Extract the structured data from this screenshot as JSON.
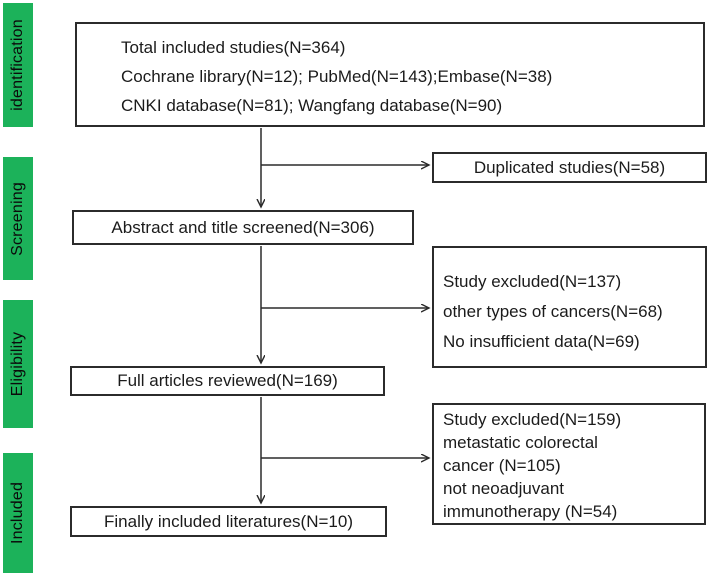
{
  "theme": {
    "phase_label_color": "#1cb25a",
    "line_color": "#2b2b2b",
    "text_color": "#1b1b1b"
  },
  "sidebar": {
    "labels": [
      {
        "id": "identification",
        "text": "identification"
      },
      {
        "id": "screening",
        "text": "Screening"
      },
      {
        "id": "eligibility",
        "text": "Eligibility"
      },
      {
        "id": "included",
        "text": "Included"
      }
    ]
  },
  "flowchart": {
    "boxes": {
      "total_included": {
        "lines": [
          "Total included studies(N=364)",
          "Cochrane library(N=12); PubMed(N=143);Embase(N=38)",
          "CNKI database(N=81); Wangfang database(N=90)"
        ]
      },
      "duplicated": {
        "text": "Duplicated studies(N=58)"
      },
      "screened": {
        "text": "Abstract and title screened(N=306)"
      },
      "excluded_137": {
        "lines": [
          "Study excluded(N=137)",
          "other types of cancers(N=68)",
          "No insufficient data(N=69)"
        ]
      },
      "full_articles": {
        "text": "Full articles reviewed(N=169)"
      },
      "excluded_159": {
        "lines": [
          "Study excluded(N=159)",
          "metastatic colorectal",
          "cancer (N=105)",
          "not neoadjuvant",
          "immunotherapy (N=54)"
        ]
      },
      "finally_included": {
        "text": "Finally included literatures(N=10)"
      }
    }
  }
}
